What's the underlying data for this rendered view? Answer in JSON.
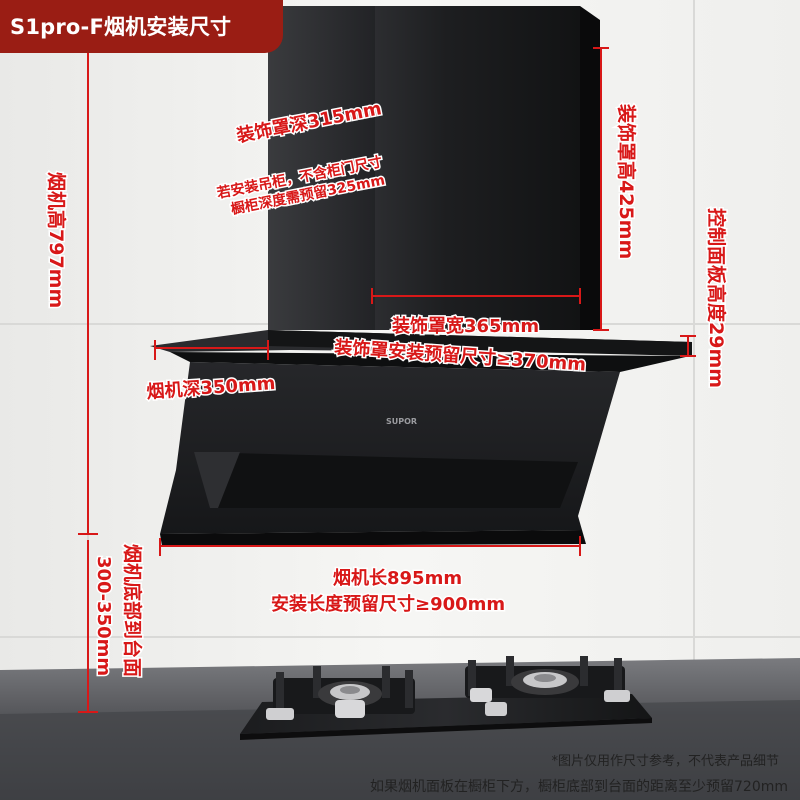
{
  "title": "S1pro-F烟机安装尺寸",
  "brand": "SUPOR",
  "labels": {
    "cover_depth": "装饰罩深315mm",
    "cabinet_note_1": "若安装吊柜，不含柜门尺寸",
    "cabinet_note_2": "橱柜深度需预留325mm",
    "cover_height": "装饰罩高425mm",
    "hood_height": "烟机高797mm",
    "control_panel_height": "控制面板高度29mm",
    "cover_width": "装饰罩宽365mm",
    "cover_reserve": "装饰罩安装预留尺寸≥370mm",
    "hood_depth": "烟机深350mm",
    "hood_length": "烟机长895mm",
    "length_reserve": "安装长度预留尺寸≥900mm",
    "bottom_to_counter": "烟机底部到台面",
    "bottom_to_counter_value": "300-350mm"
  },
  "footer": {
    "line1": "*图片仅用作尺寸参考，不代表产品细节",
    "line2": "如果烟机面板在橱柜下方，橱柜底部到台面的距离至少预留720mm"
  },
  "colors": {
    "title_bg": "#9a1d14",
    "dimension_red": "#d81818",
    "hood_black": "#1e1f21",
    "wall": "#f4f4f2",
    "counter": "#595a5e"
  }
}
